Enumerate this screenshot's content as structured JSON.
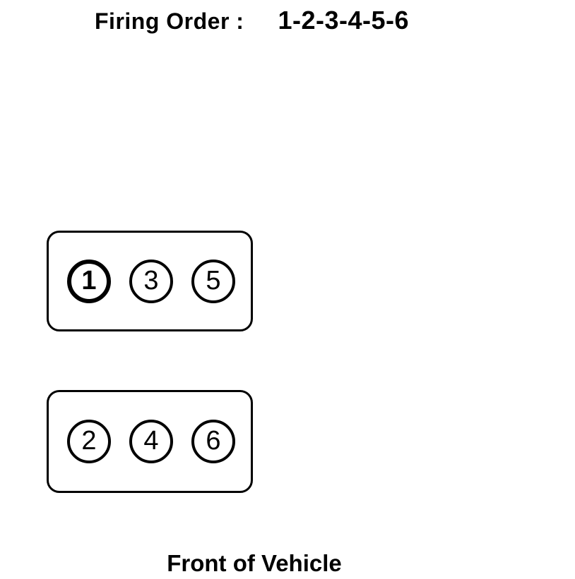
{
  "header": {
    "label": "Firing Order :",
    "value": "1-2-3-4-5-6"
  },
  "diagram": {
    "bank_top": {
      "cylinders": [
        "1",
        "3",
        "5"
      ],
      "emphasized_cylinder": "1"
    },
    "bank_bottom": {
      "cylinders": [
        "2",
        "4",
        "6"
      ]
    }
  },
  "footer": {
    "label": "Front of Vehicle"
  },
  "colors": {
    "line": "#000000",
    "background": "#ffffff"
  }
}
